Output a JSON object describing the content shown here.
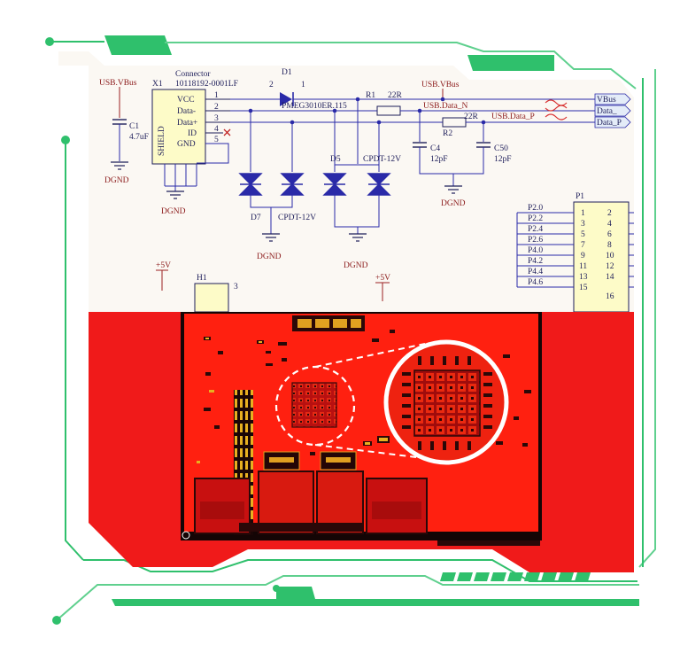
{
  "colors": {
    "frame_green": "#2fc06c",
    "frame_green_light": "#5fd08e",
    "schematic_bg": "#fbf8f3",
    "wire_blue": "#2a2aa8",
    "net_red": "#9b2020",
    "component_yellow": "#fdfbc8",
    "pcb_red": "#f01a1a",
    "pcb_dark": "#1a0a0a",
    "pcb_mid": "#c01010"
  },
  "schematic": {
    "connector_header": "Connector",
    "connector_designator": "X1",
    "connector_part": "10118192-0001LF",
    "connector_pins": [
      "VCC",
      "Data-",
      "Data+",
      "ID",
      "GND"
    ],
    "connector_shield": "SHIELD",
    "pin_numbers": [
      "1",
      "2",
      "3",
      "4",
      "5"
    ],
    "usb_vbus_left": "USB.VBus",
    "usb_vbus_right": "USB.VBus",
    "c1": "C1",
    "c1_value": "4.7uF",
    "dgnd": "DGND",
    "d1": "D1",
    "d1_pin2": "2",
    "d1_pin1": "1",
    "d1_part": "PMEG3010ER.115",
    "r1": "R1",
    "r1_value": "22R",
    "r2": "R2",
    "r2_value": "22R",
    "usb_data_n": "USB.Data_N",
    "usb_data_p": "USB.Data_P",
    "out_vbus": "VBus",
    "out_data_n": "Data_",
    "out_data_p": "Data_P",
    "c4": "C4",
    "c4_value": "12pF",
    "c50": "C50",
    "c50_value": "12pF",
    "d5": "D5",
    "d5_part": "CPDT-12V",
    "d7": "D7",
    "d7_part": "CPDT-12V",
    "p1": "P1",
    "p1_nets": [
      "P2.0",
      "P2.2",
      "P2.4",
      "P2.6",
      "P4.0",
      "P4.2",
      "P4.4",
      "P4.6"
    ],
    "p1_left_pins": [
      "1",
      "3",
      "5",
      "7",
      "9",
      "11",
      "13",
      "15"
    ],
    "p1_right_pins": [
      "2",
      "4",
      "6",
      "8",
      "10",
      "12",
      "14",
      "16"
    ],
    "plus5v": "+5V",
    "h1": "H1",
    "h1_pin": "3"
  }
}
